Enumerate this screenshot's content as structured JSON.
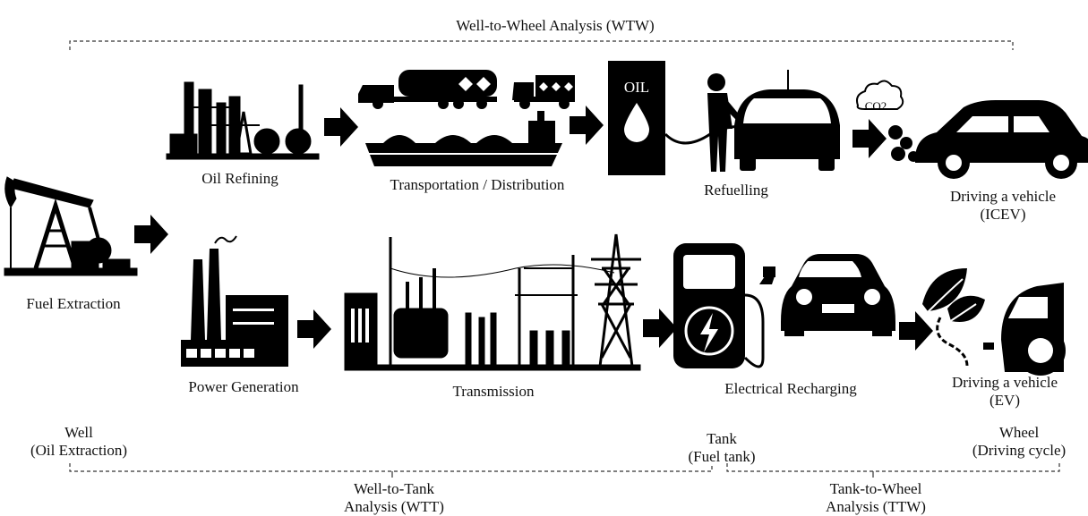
{
  "header": {
    "wtw": "Well-to-Wheel Analysis (WTW)"
  },
  "stages": {
    "fuel_extraction": "Fuel Extraction",
    "oil_refining": "Oil Refining",
    "transportation": "Transportation / Distribution",
    "refuelling": "Refuelling",
    "driving_icev_1": "Driving a vehicle",
    "driving_icev_2": "(ICEV)",
    "power_generation": "Power Generation",
    "transmission": "Transmission",
    "recharging": "Electrical Recharging",
    "driving_ev_1": "Driving a vehicle",
    "driving_ev_2": "(EV)"
  },
  "points": {
    "well_1": "Well",
    "well_2": "(Oil Extraction)",
    "tank_1": "Tank",
    "tank_2": "(Fuel tank)",
    "wheel_1": "Wheel",
    "wheel_2": "(Driving cycle)"
  },
  "footer": {
    "wtt_1": "Well-to-Tank",
    "wtt_2": "Analysis (WTT)",
    "ttw_1": "Tank-to-Wheel",
    "ttw_2": "Analysis (TTW)"
  },
  "icons": {
    "oil_tag": "OIL",
    "co2": "CO2",
    "list": [
      "oil-pump-icon",
      "refinery-icon",
      "tanker-truck-icon",
      "truck-icon",
      "ship-icon",
      "fuel-dispenser-icon",
      "person-refuelling-icon",
      "car-rear-icon",
      "exhaust-cloud-icon",
      "car-side-icon",
      "power-plant-icon",
      "transformer-icon",
      "pylon-icon",
      "charging-station-icon",
      "mini-car-icon",
      "leaf-icon",
      "ev-car-icon"
    ]
  }
}
